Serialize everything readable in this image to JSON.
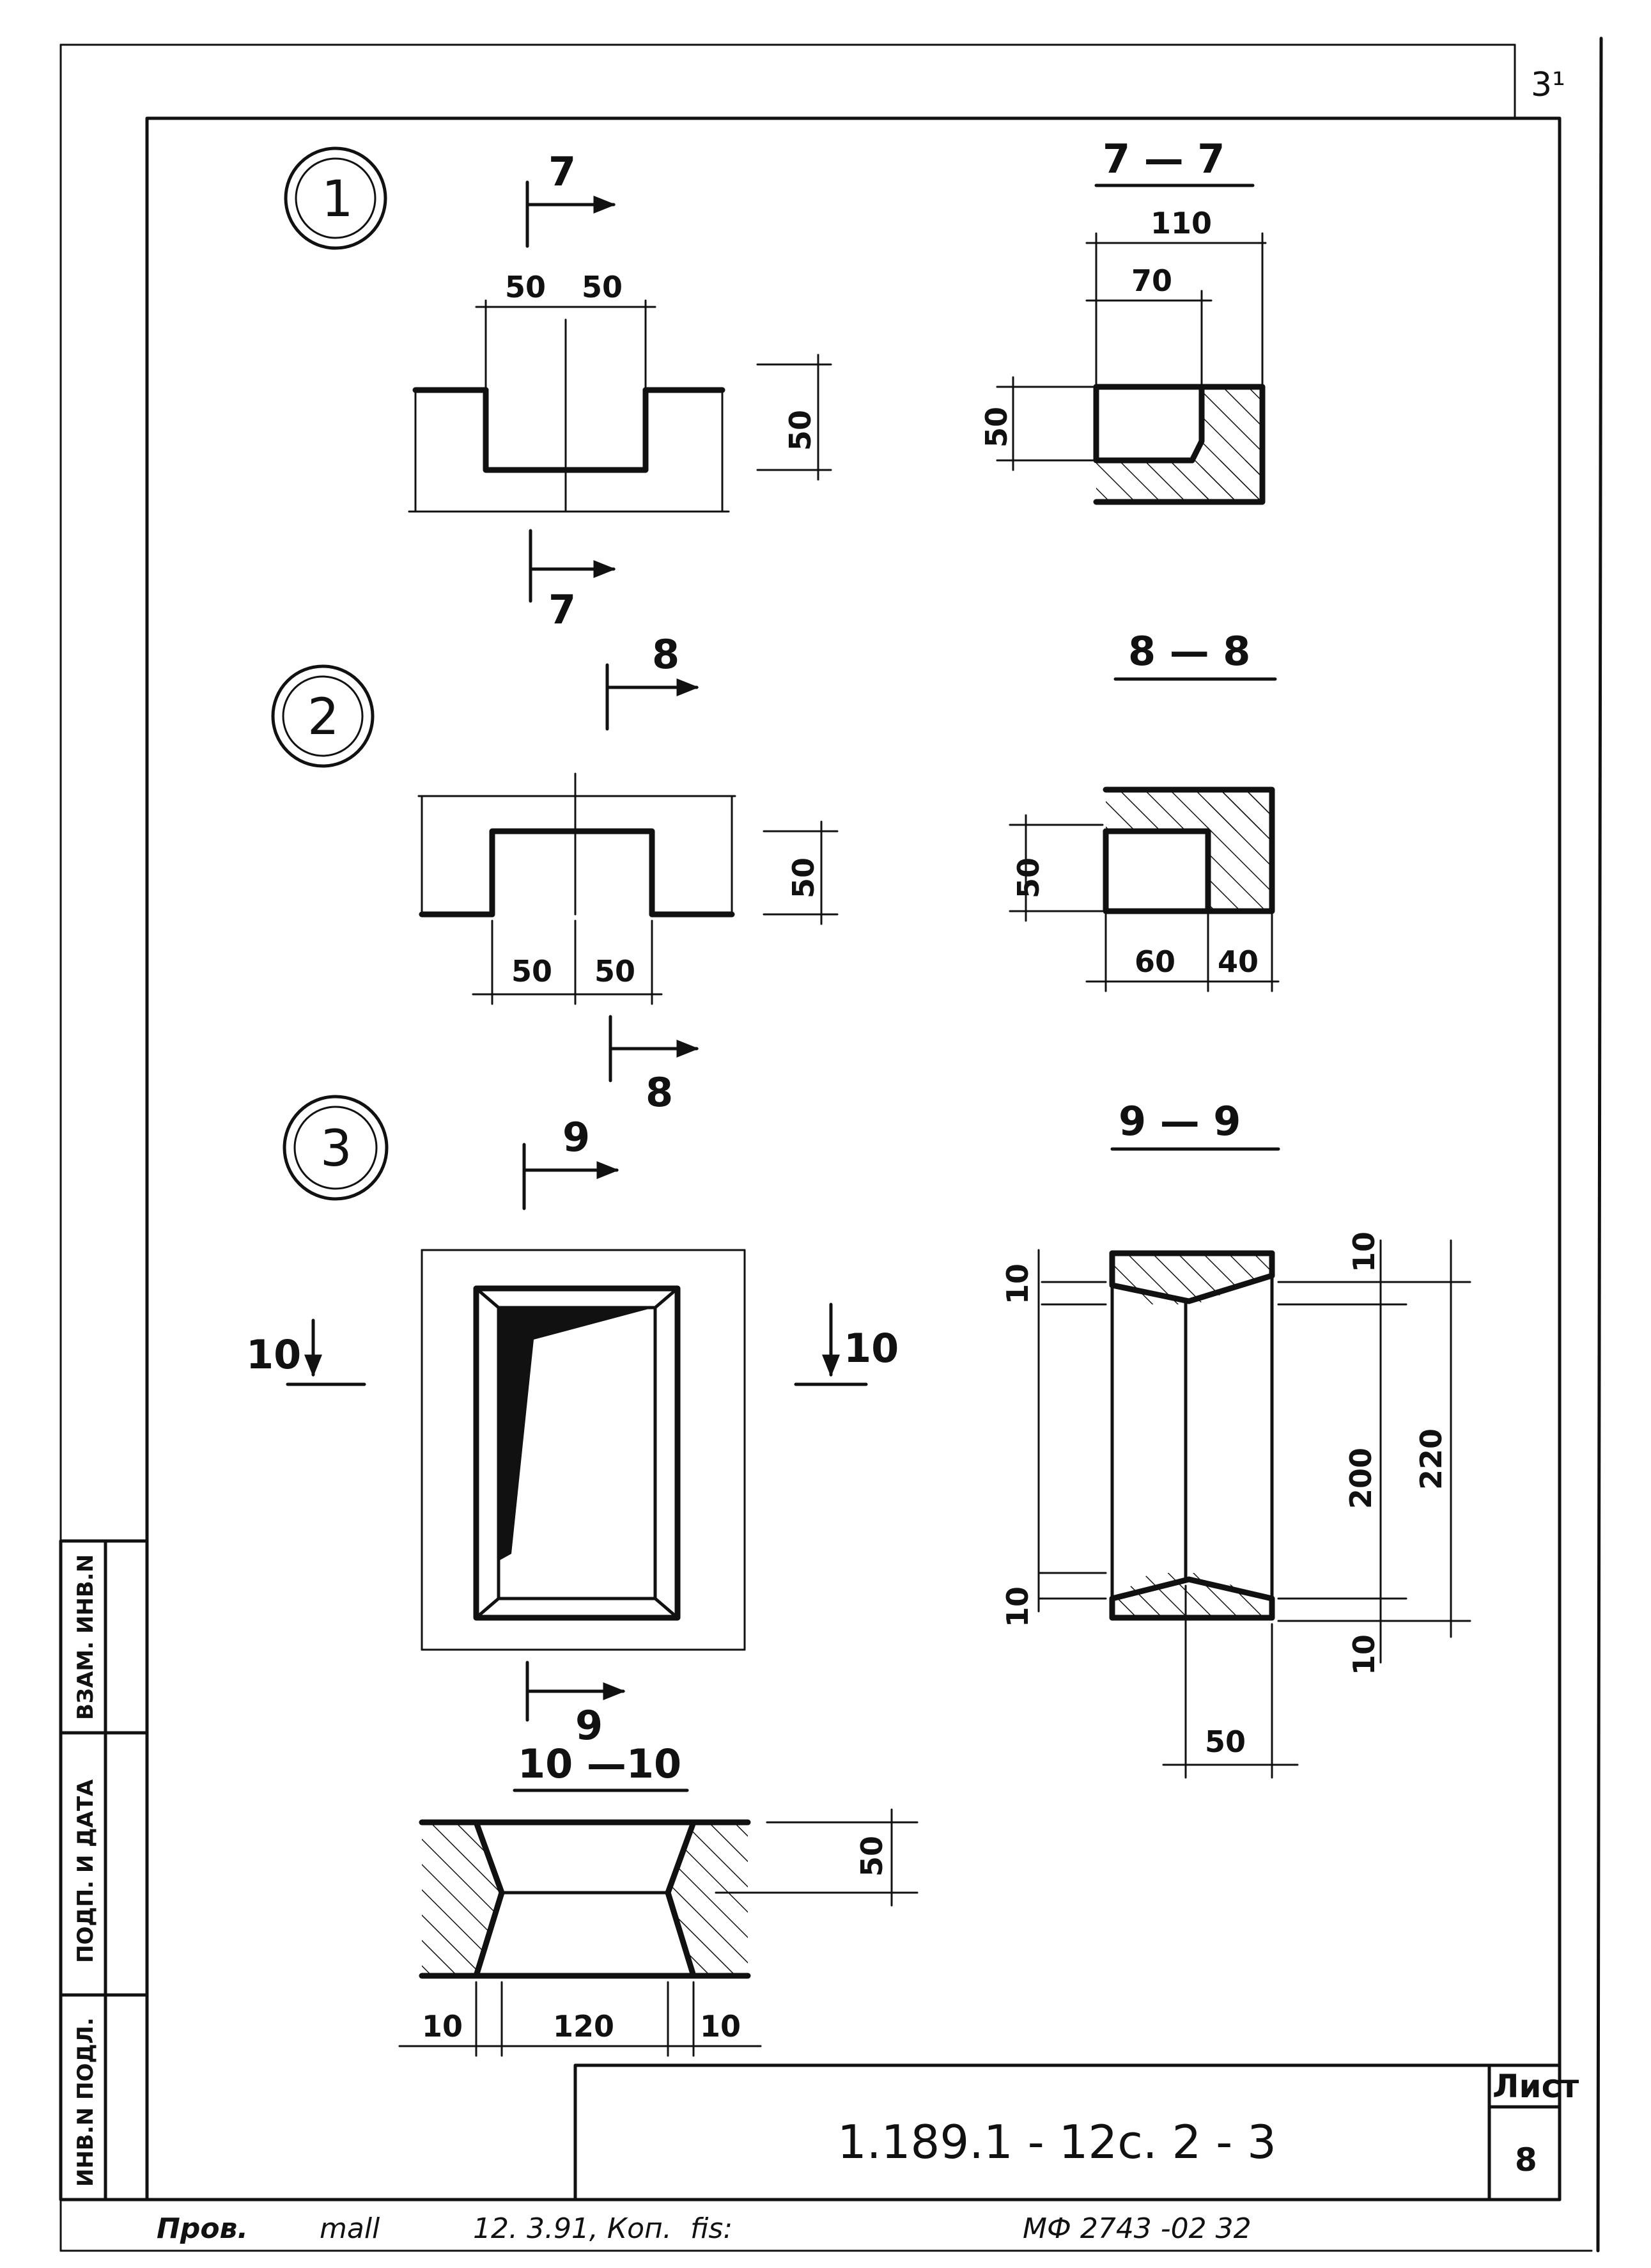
{
  "page_mark": "3¹",
  "details": [
    {
      "label": "1",
      "cut": "7"
    },
    {
      "label": "2",
      "cut": "8"
    },
    {
      "label": "3",
      "cut": "9",
      "cut2": "10"
    }
  ],
  "sections": {
    "s77": {
      "title": "7 — 7",
      "dims": [
        "110",
        "70",
        "50"
      ]
    },
    "s88": {
      "title": "8 — 8",
      "dims": [
        "50",
        "60",
        "40"
      ]
    },
    "s99": {
      "title": "9 — 9",
      "dims": [
        "10",
        "10",
        "200",
        "220",
        "10",
        "10",
        "50"
      ]
    },
    "s1010": {
      "title": "10 —10",
      "dims": [
        "50",
        "10",
        "120",
        "10"
      ]
    }
  },
  "plan_dims": {
    "d1": [
      "50",
      "50",
      "50"
    ],
    "d2": [
      "50",
      "50",
      "50"
    ]
  },
  "side_stamp": [
    "ИНВ.N ПОДЛ.",
    "ПОДП. И ДАТА",
    "ВЗАМ. ИНВ.N"
  ],
  "title_block": {
    "designation": "1.189.1 - 12с. 2 - 3",
    "sheet_label": "Лист",
    "sheet_number": "8"
  },
  "footer": {
    "prov": "Пров.",
    "signature": "mall",
    "date": "12. 3.91, Коп.",
    "kop_sign": "fis:",
    "code": "МФ 2743 -02  32"
  }
}
